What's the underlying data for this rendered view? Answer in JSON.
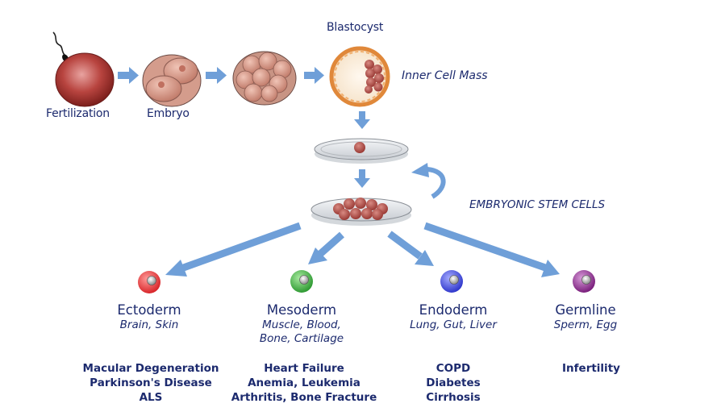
{
  "stages": {
    "fertilization": "Fertilization",
    "embryo": "Embryo",
    "blastocyst": "Blastocyst",
    "inner_cell_mass": "Inner Cell Mass",
    "embryonic_stem_cells": "EMBRYONIC STEM CELLS"
  },
  "lineages": [
    {
      "name": "Ectoderm",
      "tissues": [
        "Brain, Skin"
      ],
      "color": "#d8262a",
      "diseases": [
        "Macular Degeneration",
        "Parkinson's Disease",
        "ALS"
      ]
    },
    {
      "name": "Mesoderm",
      "tissues": [
        "Muscle, Blood,",
        "Bone, Cartilage"
      ],
      "color": "#3aa83a",
      "diseases": [
        "Heart Failure",
        "Anemia, Leukemia",
        "Arthritis, Bone Fracture"
      ]
    },
    {
      "name": "Endoderm",
      "tissues": [
        "Lung, Gut, Liver"
      ],
      "color": "#3c46d8",
      "diseases": [
        "COPD",
        "Diabetes",
        "Cirrhosis"
      ]
    },
    {
      "name": "Germline",
      "tissues": [
        "Sperm, Egg"
      ],
      "color": "#8a2a8c",
      "diseases": [
        "Infertility"
      ]
    }
  ],
  "colors": {
    "text": "#1c2a6e",
    "arrow": "#6f9fd8",
    "cell": "#b0544e"
  }
}
